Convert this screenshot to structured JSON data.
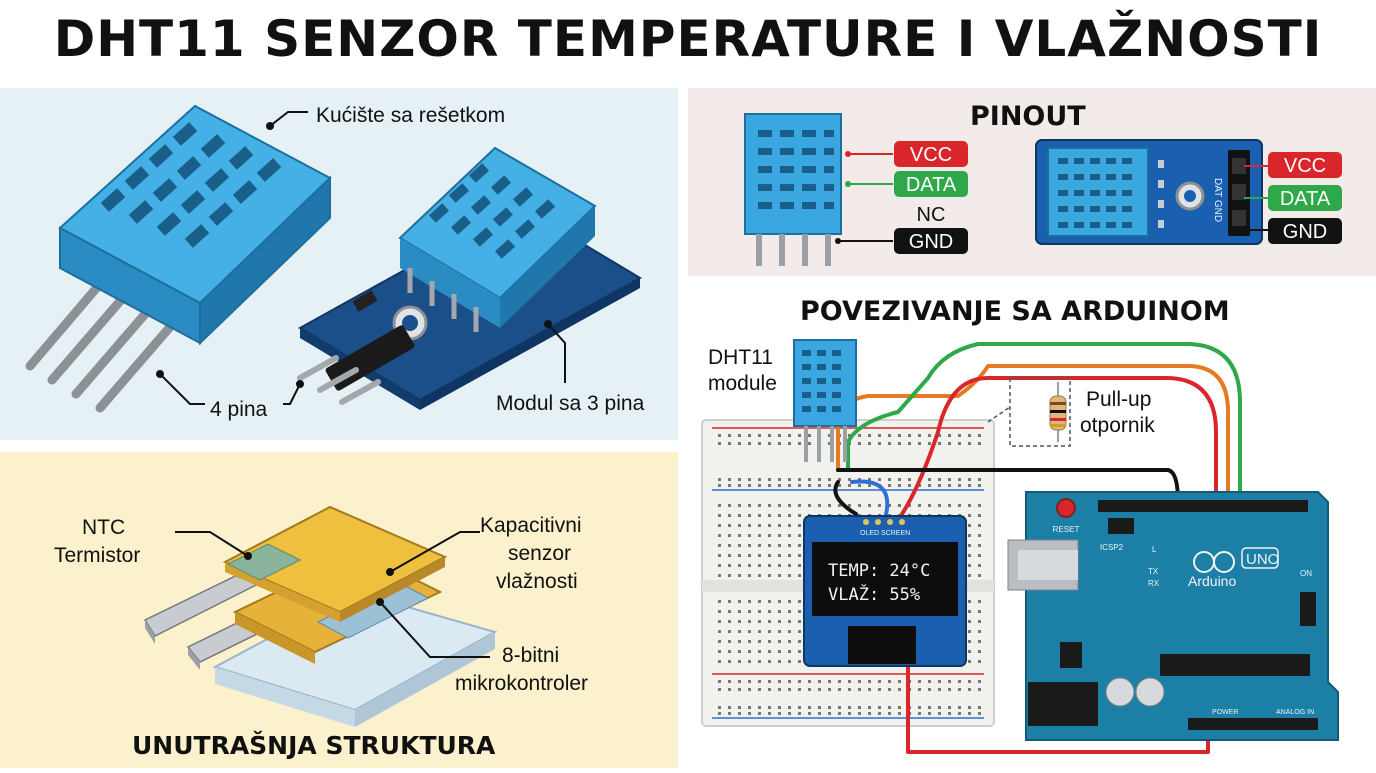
{
  "title": "DHT11 SENZOR TEMPERATURE I VLAŽNOSTI",
  "sensor_panel": {
    "label_housing": "Kućište sa rešetkom",
    "label_four_pins": "4 pina",
    "label_module": "Modul sa 3 pina"
  },
  "internal_panel": {
    "label_ntc_line1": "NTC",
    "label_ntc_line2": "Termistor",
    "label_capacitive_line1": "Kapacitivni",
    "label_capacitive_line2": "senzor",
    "label_capacitive_line3": "vlažnosti",
    "label_mcu_line1": "8-bitni",
    "label_mcu_line2": "mikrokontroler",
    "heading": "UNUTRAŠNJA STRUKTURA"
  },
  "pinout_panel": {
    "heading": "PINOUT",
    "sensor_pins": [
      "VCC",
      "DATA",
      "NC",
      "GND"
    ],
    "module_pins": [
      "VCC",
      "DATA",
      "GND"
    ],
    "module_silk": "DAT GND"
  },
  "wiring_panel": {
    "heading": "POVEZIVANJE SA ARDUINOM",
    "dht_label_line1": "DHT11",
    "dht_label_line2": "module",
    "resistor_label_line1": "Pull-up",
    "resistor_label_line2": "otpornik",
    "oled_header": "OLED SCREEN",
    "oled_line1": "TEMP: 24°C",
    "oled_line2": "VLAŽ: 55%",
    "arduino_brand": "Arduino",
    "arduino_model": "UNO",
    "reset_label": "RESET",
    "icsp_label": "ICSP2",
    "tx_label": "TX",
    "rx_label": "RX",
    "l_label": "L",
    "on_label": "ON",
    "power_label": "POWER",
    "analog_label": "ANALOG IN"
  },
  "colors": {
    "sensor_blue": "#2f9bd6",
    "module_pcb": "#1b4f8a",
    "vcc_red": "#d8262b",
    "data_green": "#2fa84a",
    "gnd_black": "#111111",
    "arduino_teal": "#1c7fa6",
    "wire_orange": "#e57a22",
    "wire_blue": "#2f6fd6"
  }
}
